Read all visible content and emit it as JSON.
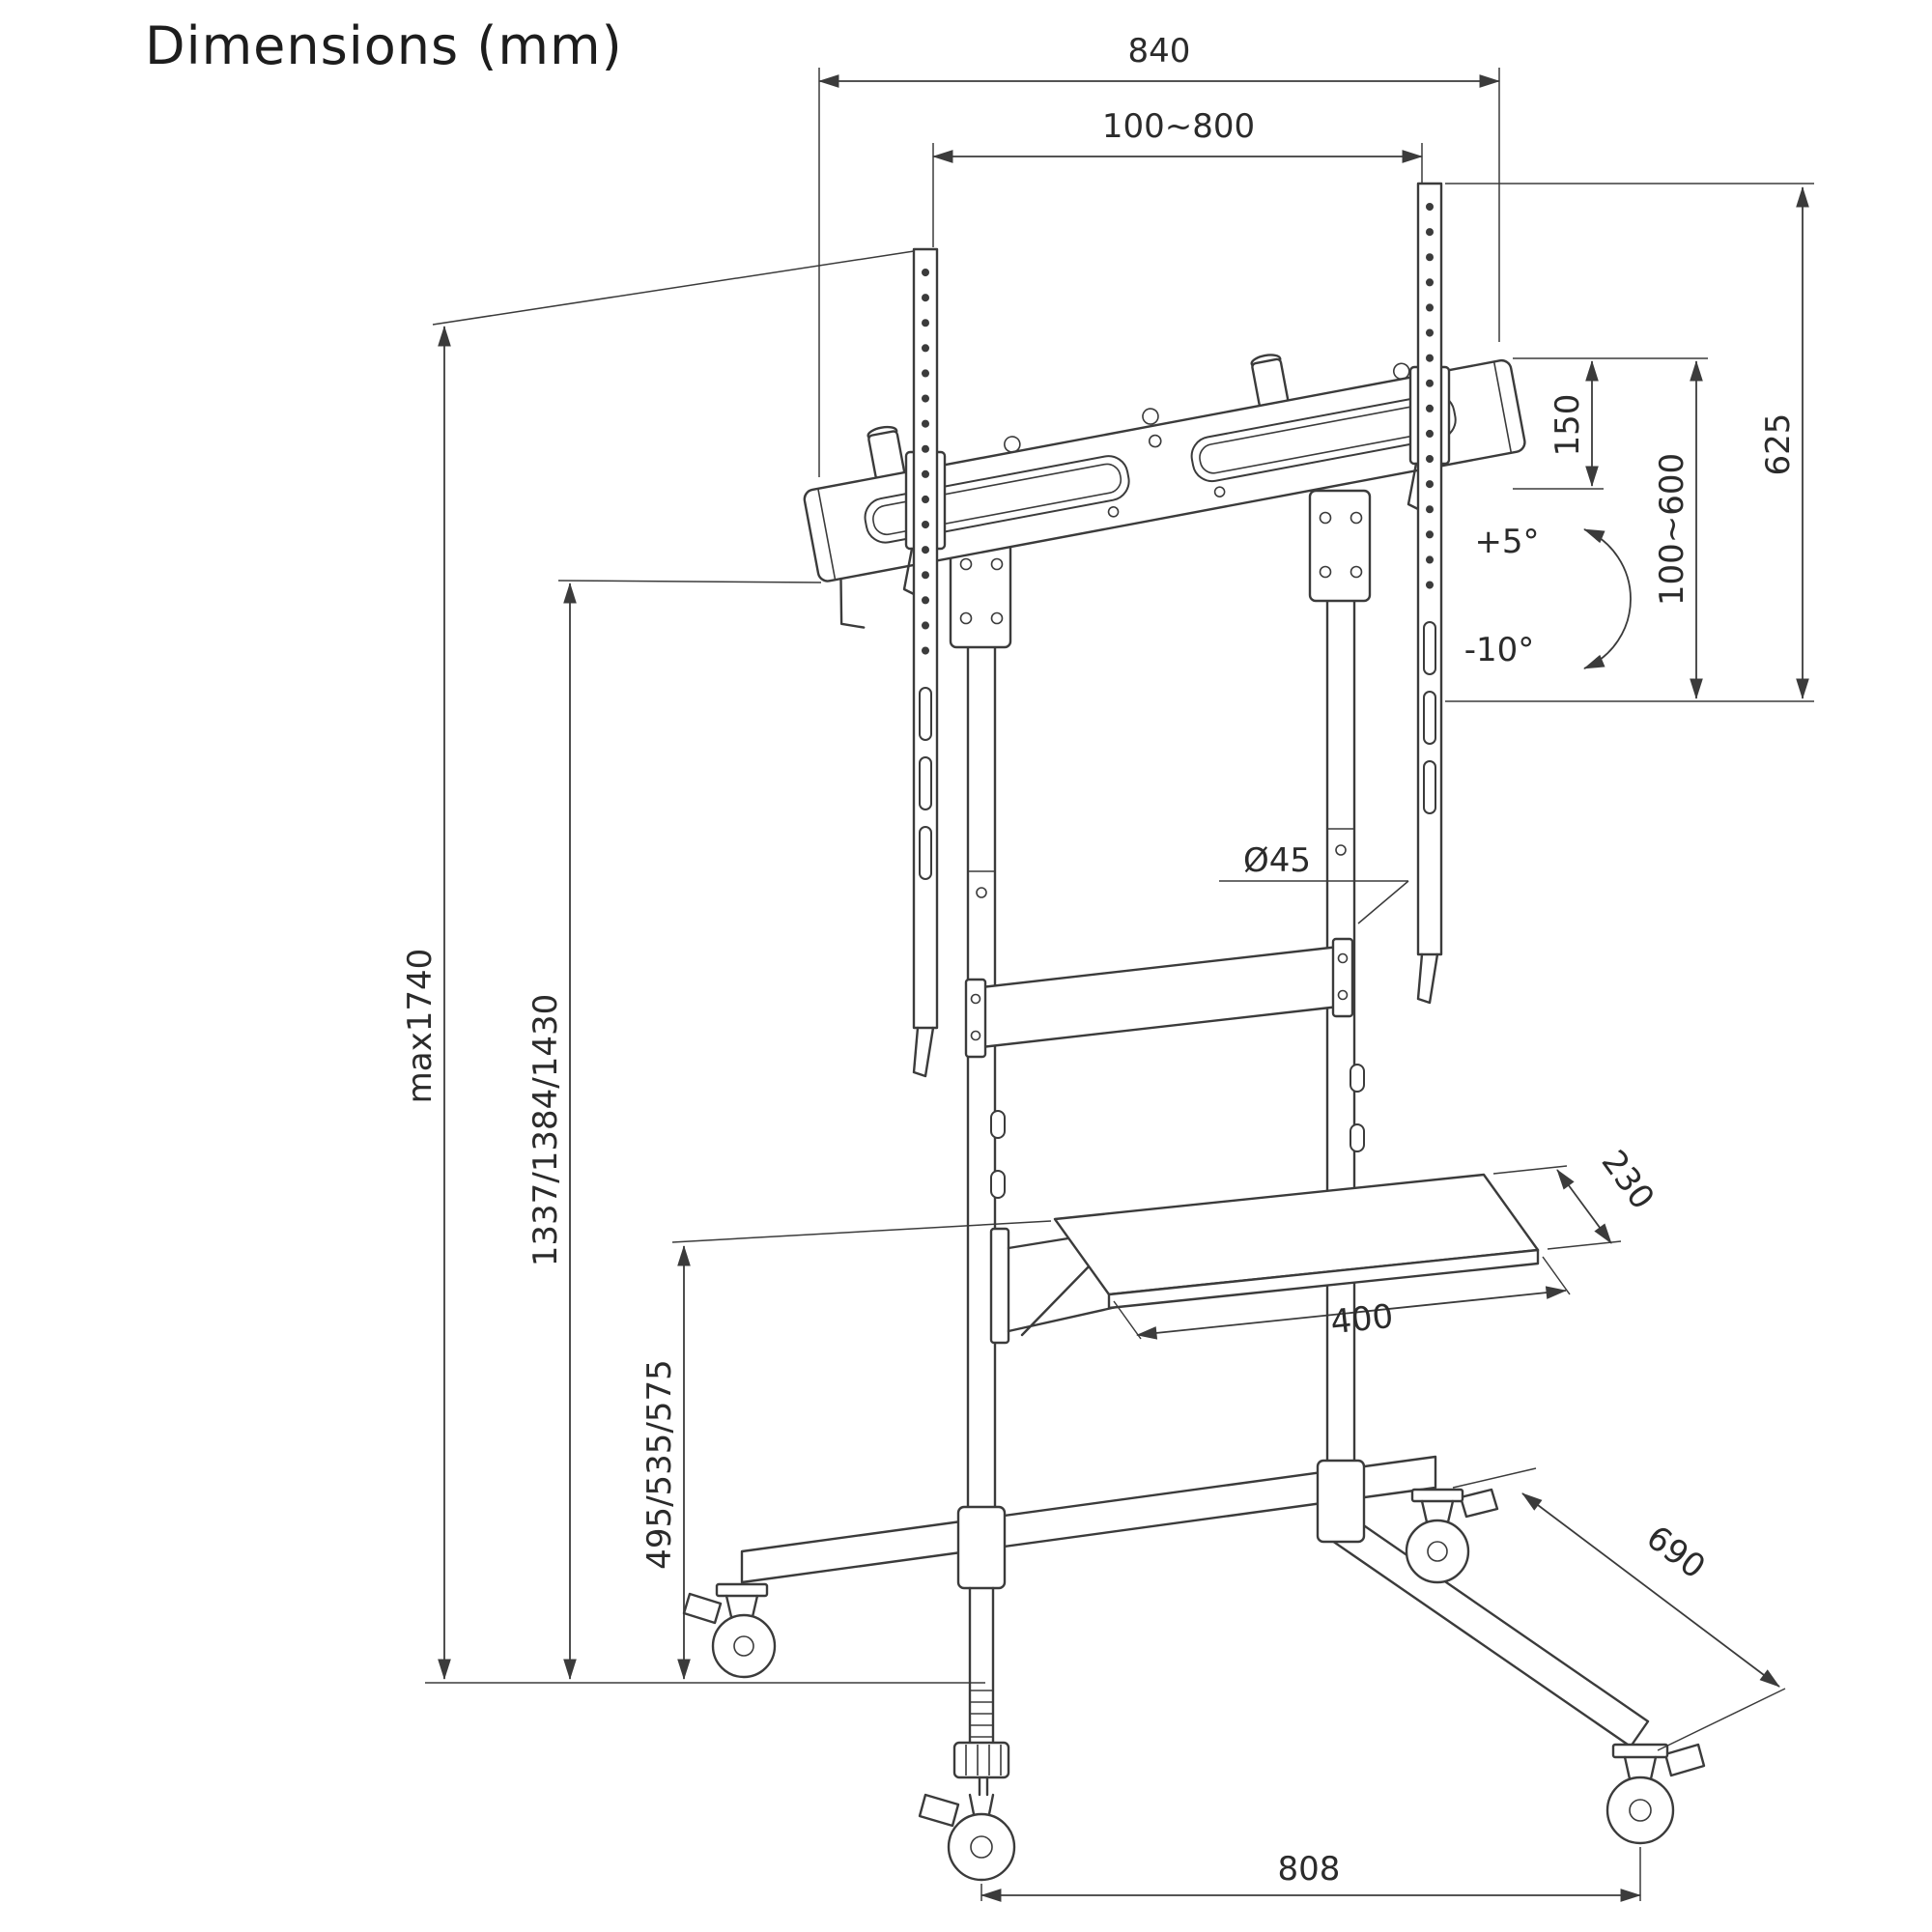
{
  "title": "Dimensions (mm)",
  "colors": {
    "line": "#3b3b3b",
    "text": "#2b2b2b",
    "background": "#ffffff"
  },
  "labels": {
    "bracket_width": "840",
    "vesa_width": "100~800",
    "bracket_height": "150",
    "vesa_height": "100~600",
    "rail_length": "625",
    "tilt_up": "+5°",
    "tilt_down": "-10°",
    "pole_diameter": "Ø45",
    "shelf_depth": "230",
    "shelf_width": "400",
    "height_max": "max1740",
    "height_column": "1337/1384/1430",
    "height_shelf": "495/535/575",
    "base_depth": "690",
    "base_width": "808"
  }
}
